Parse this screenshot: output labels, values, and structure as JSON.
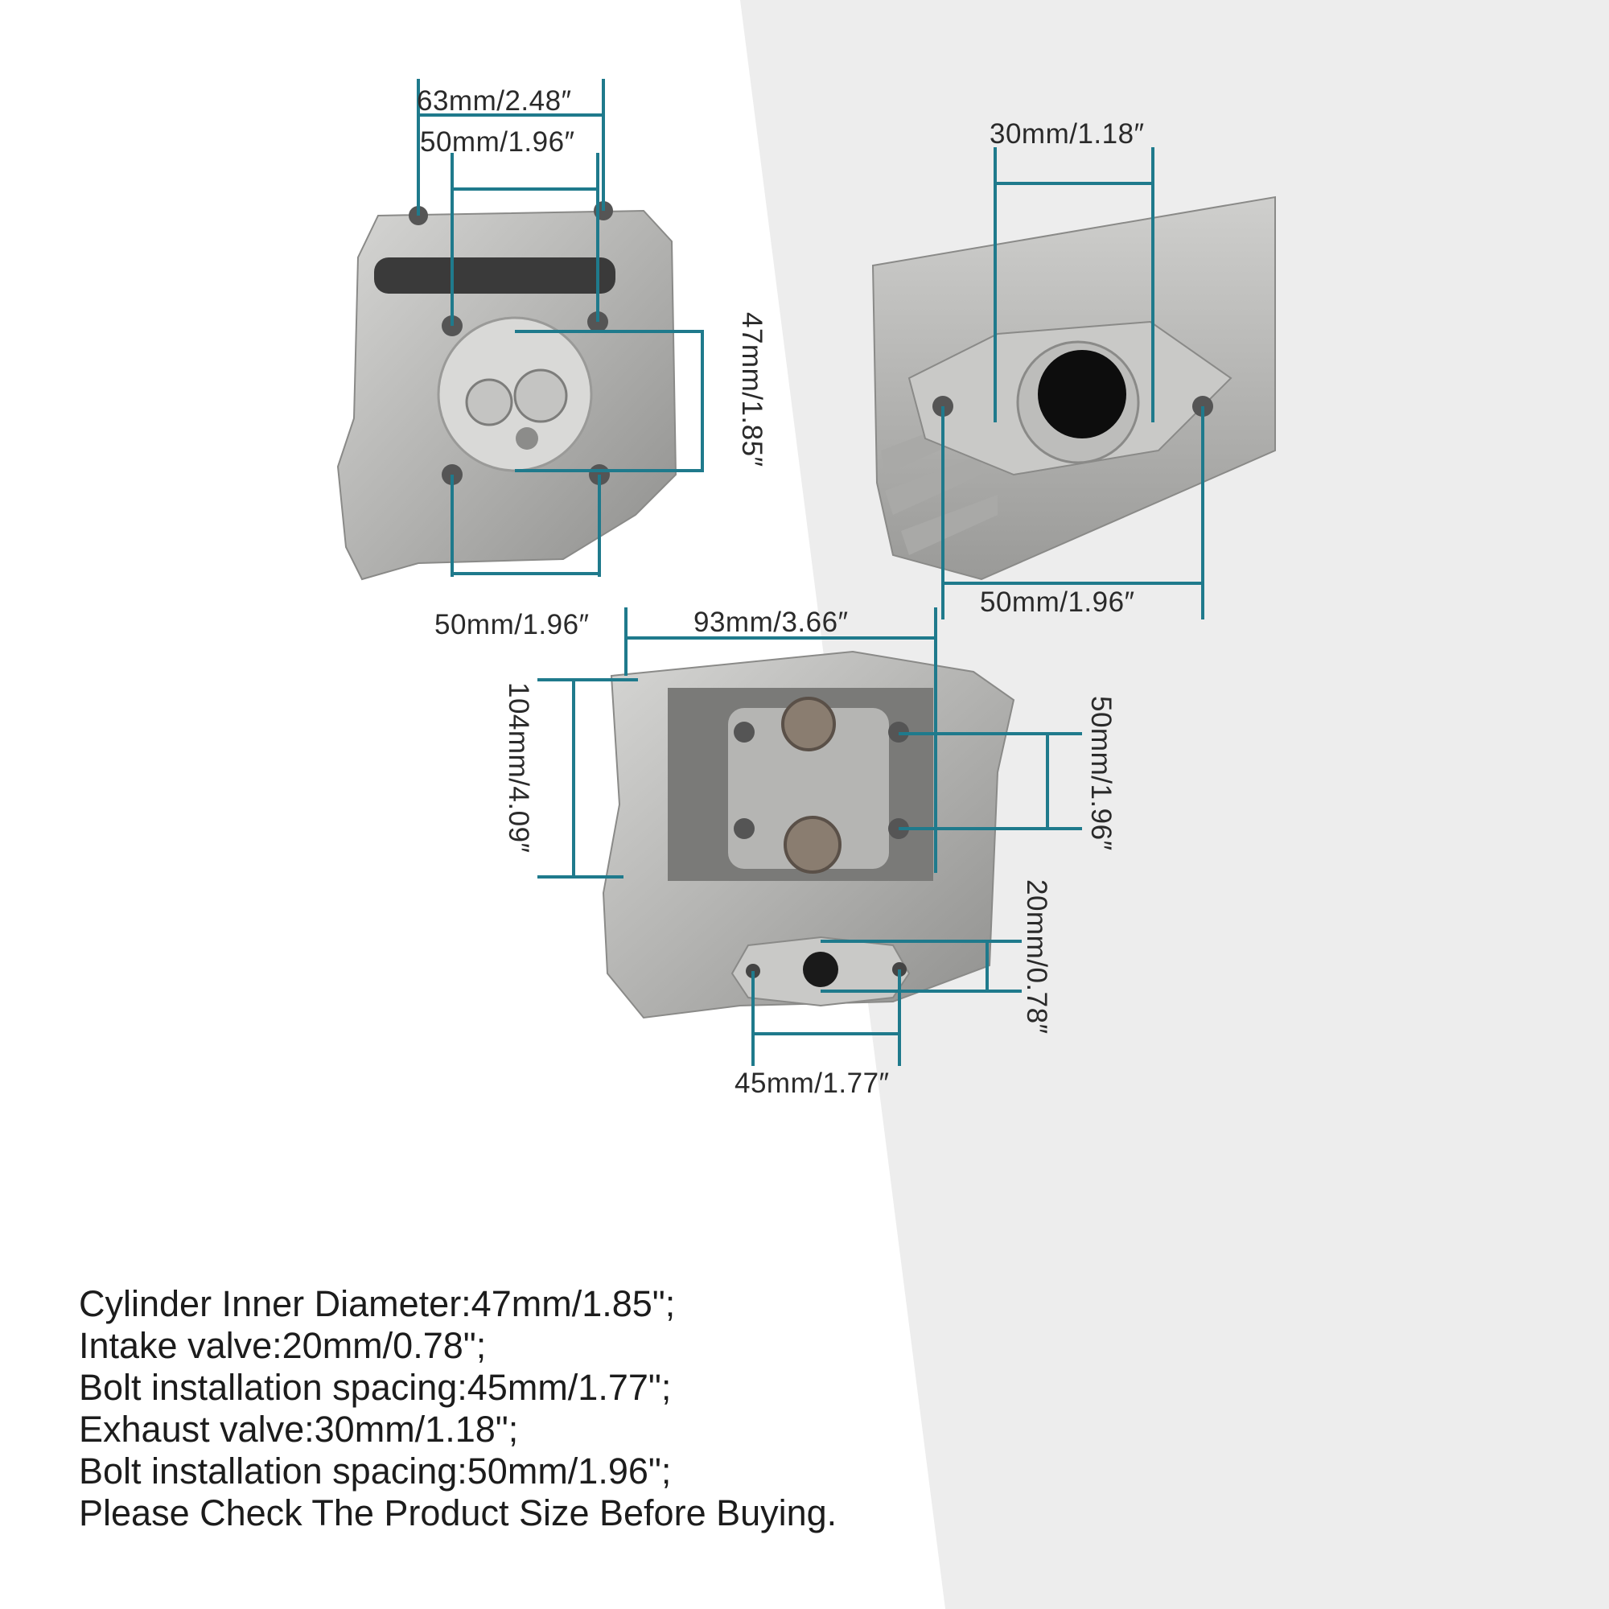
{
  "background": {
    "left_color": "#ffffff",
    "right_color": "#ededed"
  },
  "line_color": "#1f7a8c",
  "metal_color": "#b8b8b6",
  "views": {
    "top_view": {
      "dim_width_outer": "63mm/2.48″",
      "dim_width_inner": "50mm/1.96″",
      "dim_bore_vertical": "47mm/1.85″",
      "dim_width_bottom": "50mm/1.96″"
    },
    "exhaust_view": {
      "dim_port": "30mm/1.18″",
      "dim_bolt": "50mm/1.96″"
    },
    "head_view": {
      "dim_width": "93mm/3.66″",
      "dim_height": "104mm/4.09″",
      "dim_stud": "50mm/1.96″",
      "dim_intake_port": "20mm/0.78″",
      "dim_intake_bolt": "45mm/1.77″"
    }
  },
  "specs": [
    "Cylinder Inner Diameter:47mm/1.85\";",
    "Intake valve:20mm/0.78\";",
    "Bolt installation spacing:45mm/1.77\";",
    "Exhaust valve:30mm/1.18\";",
    "Bolt installation spacing:50mm/1.96\";",
    "Please Check The Product Size Before Buying."
  ]
}
